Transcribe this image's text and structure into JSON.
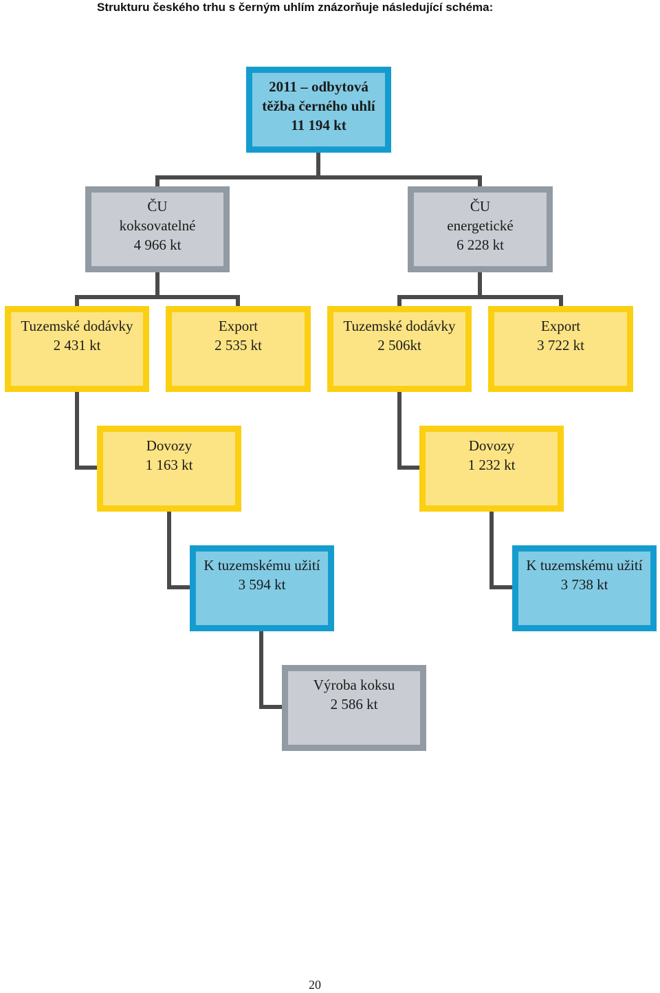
{
  "heading": "Strukturu českého trhu s černým uhlím znázorňuje následující schéma:",
  "colors": {
    "blue_fill": "#82cbe4",
    "blue_border": "#159ccf",
    "gray_fill": "#c9ccd2",
    "gray_border": "#929aa3",
    "yellow_fill": "#fce484",
    "yellow_border": "#fbcf12",
    "connector": "#4a4a4a"
  },
  "nodes": {
    "root": {
      "lines": [
        "2011 – odbytová",
        "těžba černého uhlí",
        "11 194 kt"
      ]
    },
    "cu_koks": {
      "lines": [
        "ČU",
        "koksovatelné",
        "4 966 kt"
      ]
    },
    "cu_energ": {
      "lines": [
        "ČU",
        "energetické",
        "6 228 kt"
      ]
    },
    "tuz_koks": {
      "lines": [
        "Tuzemské dodávky",
        "2 431 kt"
      ]
    },
    "export_koks": {
      "lines": [
        "Export",
        "2 535 kt"
      ]
    },
    "tuz_energ": {
      "lines": [
        "Tuzemské dodávky",
        "2 506kt"
      ]
    },
    "export_energ": {
      "lines": [
        "Export",
        "3 722 kt"
      ]
    },
    "dovozy_koks": {
      "lines": [
        "Dovozy",
        "1 163 kt"
      ]
    },
    "dovozy_energ": {
      "lines": [
        "Dovozy",
        "1 232 kt"
      ]
    },
    "uziti_koks": {
      "lines": [
        "K tuzemskému užití",
        "3 594 kt"
      ]
    },
    "uziti_energ": {
      "lines": [
        "K tuzemskému užití",
        "3 738 kt"
      ]
    },
    "vyroba_koksu": {
      "lines": [
        "Výroba koksu",
        "2 586 kt"
      ]
    }
  },
  "page_number": "20"
}
